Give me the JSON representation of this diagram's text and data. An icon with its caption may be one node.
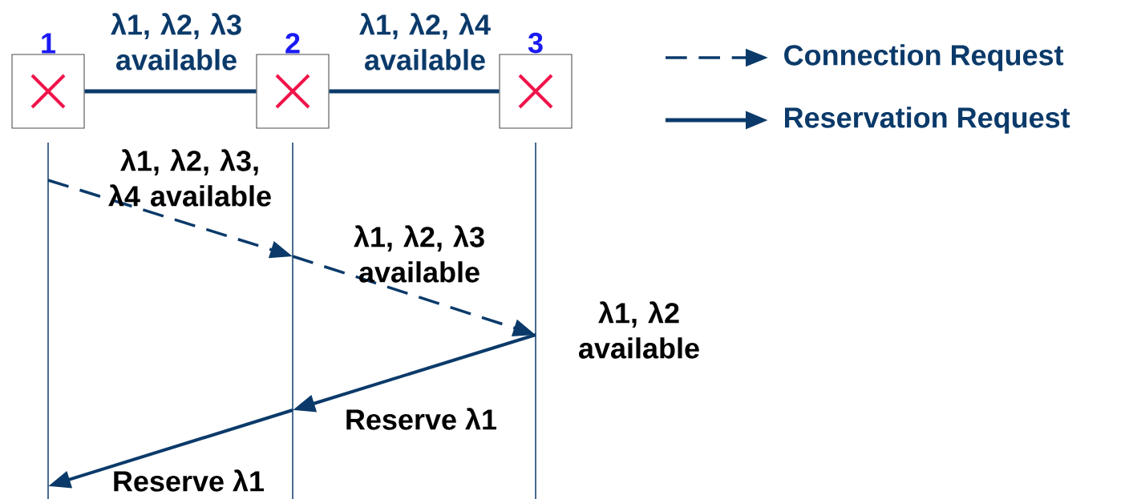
{
  "diagram": {
    "nodes": [
      {
        "text": [
          "1"
        ]
      },
      {
        "text": [
          "2"
        ]
      },
      {
        "text": [
          "3"
        ]
      }
    ],
    "edges": [
      {
        "from": 0,
        "to": 1,
        "arrow": "none",
        "label": "λ1, λ2, λ3 available"
      },
      {
        "from": 1,
        "to": 2,
        "arrow": "none",
        "label": "λ1, λ2, λ4 available"
      },
      {
        "from": 0,
        "to": 1,
        "arrow": "to",
        "label": "λ1, λ2, λ3, λ4 available",
        "style": "dashed"
      },
      {
        "from": 1,
        "to": 2,
        "arrow": "to",
        "label": "λ1, λ2, λ3 available",
        "style": "dashed"
      },
      {
        "from": 2,
        "to": 1,
        "arrow": "to",
        "label": "Reserve λ1"
      },
      {
        "from": 1,
        "to": 0,
        "arrow": "to",
        "label": "Reserve λ1"
      }
    ],
    "labels": [
      "λ1, λ2 available"
    ],
    "legend": [
      {
        "text": "Connection Request"
      },
      {
        "text": "Reservation Request"
      }
    ]
  }
}
